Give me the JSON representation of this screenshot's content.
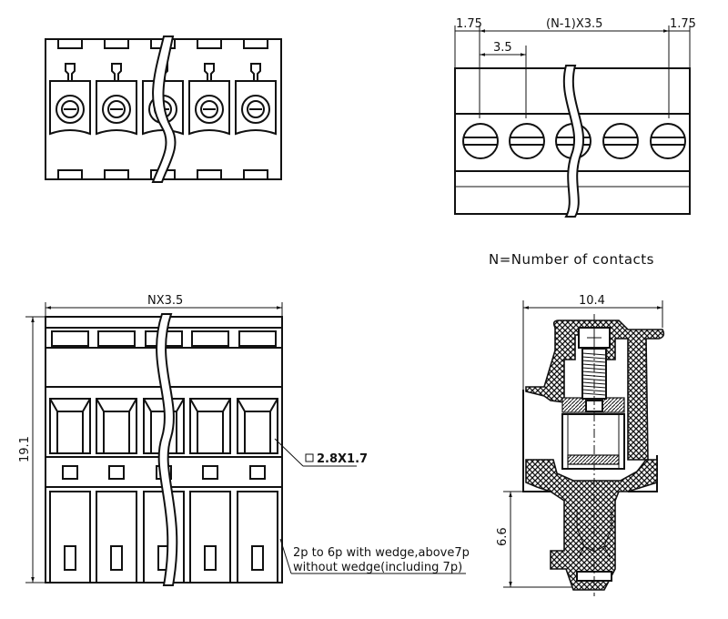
{
  "top_right_view": {
    "dim_left": "1.75",
    "dim_middle": "(N-1)X3.5",
    "dim_right": "1.75",
    "dim_pitch": "3.5",
    "legend": "N=Number of contacts"
  },
  "front_view": {
    "dim_width": "NX3.5",
    "dim_height": "19.1",
    "pin_size_label": "2.8X1.7",
    "note_line1": "2p to 6p with wedge,above7p",
    "note_line2": "without wedge(including 7p)"
  },
  "section_view": {
    "dim_width": "10.4",
    "dim_pin_length": "6.6"
  }
}
